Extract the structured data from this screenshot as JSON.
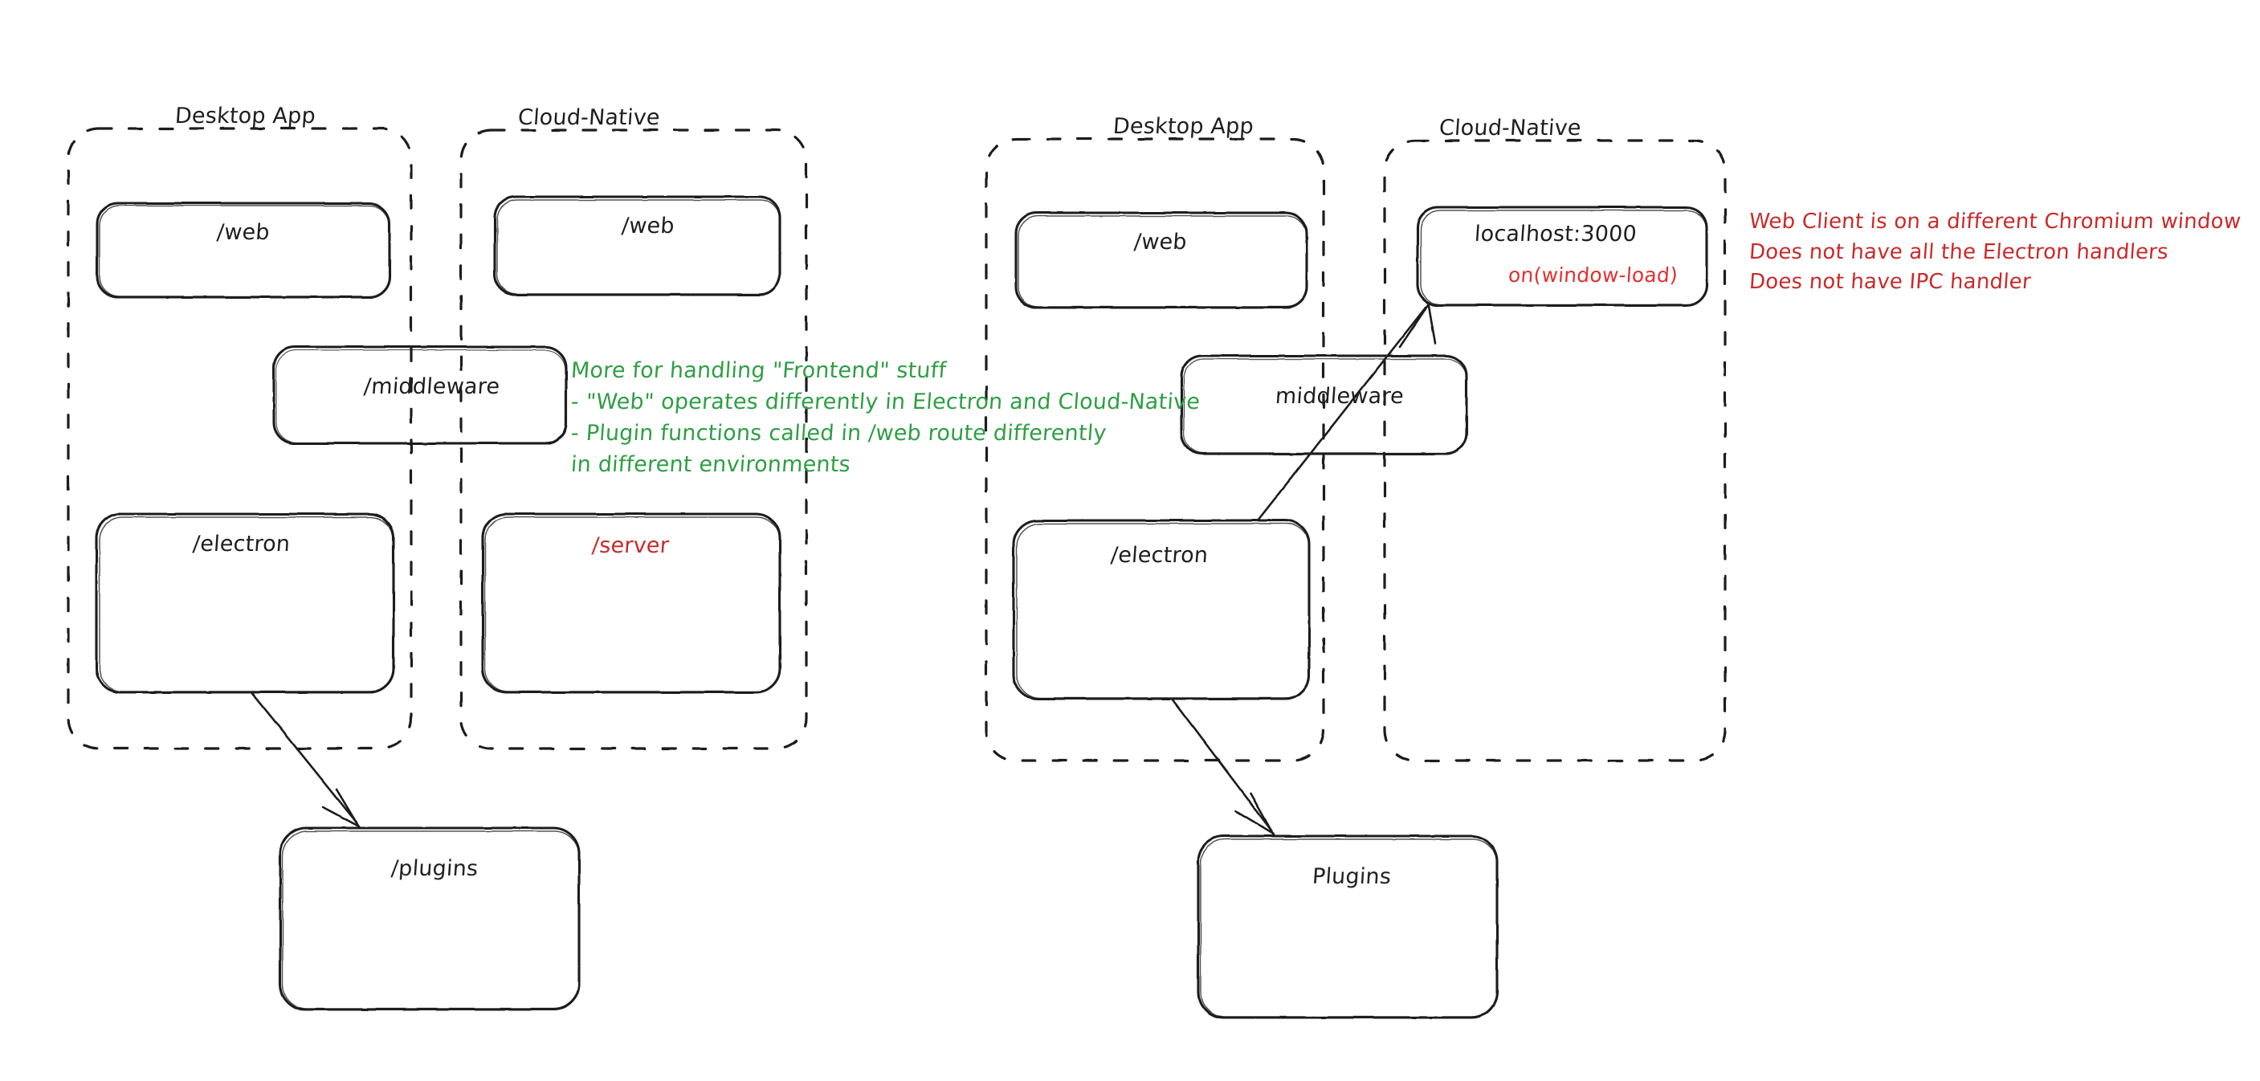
{
  "diagram": {
    "title": "Desktop App vs Cloud-Native architecture comparison",
    "colors": {
      "stroke": "#1e1e1e",
      "green": "#2f9e44",
      "red": "#c92a2a",
      "red_accent": "#e03131",
      "background": "#ffffff"
    },
    "left_panel": {
      "groups": [
        {
          "title": "Desktop App"
        },
        {
          "title": "Cloud-Native"
        }
      ],
      "boxes": [
        {
          "label": "/web",
          "color": "black"
        },
        {
          "label": "/web",
          "color": "black"
        },
        {
          "label": "/middleware",
          "color": "black"
        },
        {
          "label": "/electron",
          "color": "black"
        },
        {
          "label": "/server",
          "color": "red"
        },
        {
          "label": "/plugins",
          "color": "black"
        }
      ],
      "note_green": [
        "More for handling \"Frontend\" stuff",
        "- \"Web\" operates differently in Electron and Cloud-Native",
        "- Plugin functions called in /web route differently",
        "in different environments"
      ]
    },
    "right_panel": {
      "groups": [
        {
          "title": "Desktop App"
        },
        {
          "title": "Cloud-Native"
        }
      ],
      "boxes": [
        {
          "label": "/web",
          "color": "black"
        },
        {
          "label": "localhost:3000",
          "sublabel": "on(window-load)",
          "color": "black"
        },
        {
          "label": "middleware",
          "color": "black"
        },
        {
          "label": "/electron",
          "color": "black"
        },
        {
          "label": "Plugins",
          "color": "black"
        }
      ],
      "note_red": [
        "Web Client is on a different Chromium window",
        "Does not have all the Electron handlers",
        "Does not have IPC handler"
      ]
    }
  }
}
